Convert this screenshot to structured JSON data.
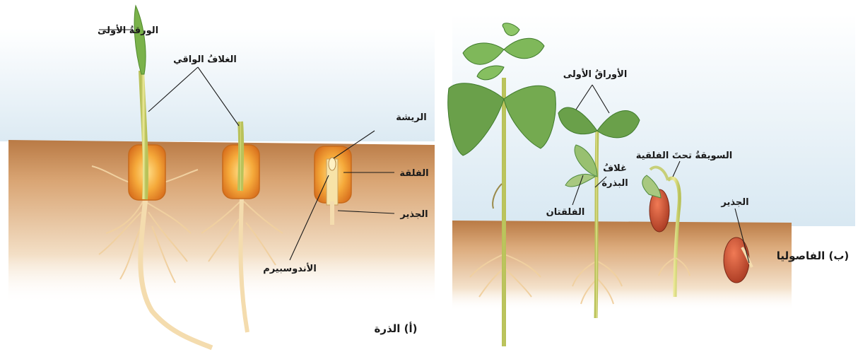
{
  "corn": {
    "caption": "(أ) الذرة",
    "labels": {
      "first_leaf": "الورقةُ الأولى",
      "coleoptile": "الغلافُ الواقي",
      "plumule": "الريشة",
      "cotyledon": "الفلقة",
      "radicle": "الجذير",
      "endosperm": "الأندوسبيرم"
    }
  },
  "bean": {
    "caption": "(ب) الفاصوليا",
    "labels": {
      "first_leaves": "الأوراقُ الأولى",
      "seed_coat_1": "غلافُ",
      "seed_coat_2": "البذرة",
      "cotyledons": "الفلقتان",
      "hypocotyl": "السويقةُ تحتَ الفلقية",
      "radicle": "الجذير"
    }
  },
  "colors": {
    "soil_top": "#c98a52",
    "soil_bottom": "#f6e6d2",
    "sky": "#e6f1f7",
    "kernel": "#f0a63a",
    "stem": "#d9d47a",
    "leaf": "#5f9a3e",
    "bean_seed": "#b8442a",
    "root": "#f2d7a8"
  }
}
